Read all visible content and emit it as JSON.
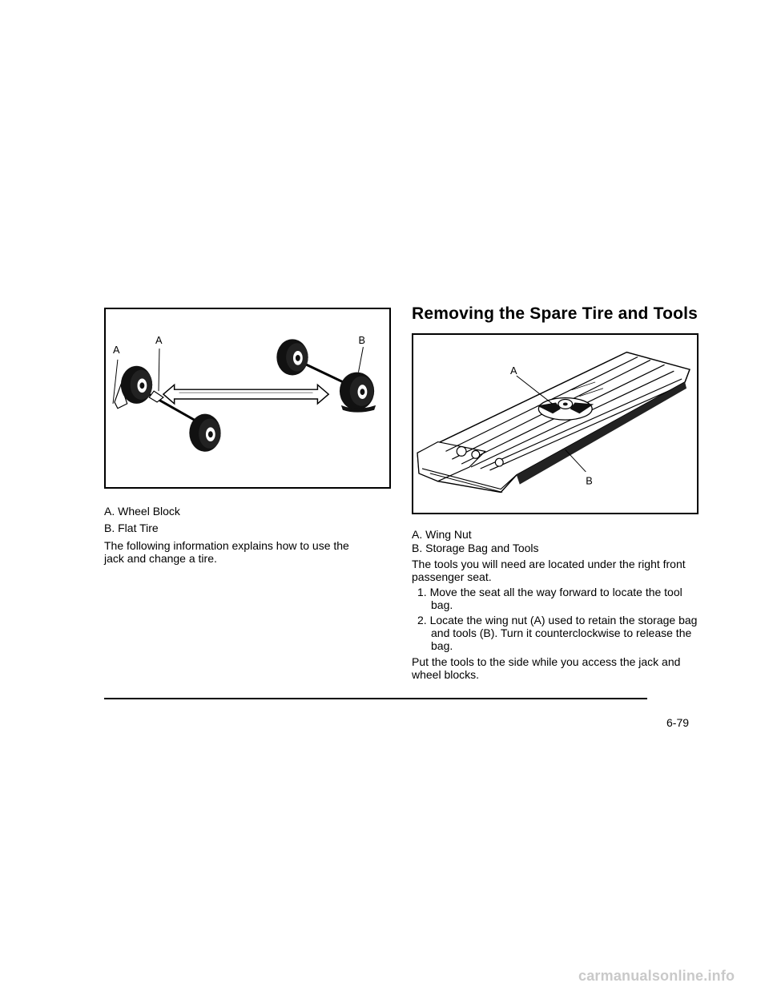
{
  "left": {
    "figure": {
      "label_a1": "A",
      "label_a2": "A",
      "label_b": "B"
    },
    "captions": [
      "A.  Wheel Block",
      "B.  Flat Tire"
    ],
    "paragraph": "The following information explains how to use the jack and change a tire."
  },
  "right": {
    "heading": "Removing the Spare Tire and Tools",
    "figure": {
      "label_a": "A",
      "label_b": "B"
    },
    "captions": [
      "A.  Wing Nut",
      "B.  Storage Bag and Tools"
    ],
    "intro": "The tools you will need are located under the right front passenger seat.",
    "steps": [
      "1.  Move the seat all the way forward to locate the tool bag.",
      "2.  Locate the wing nut (A) used to retain the storage bag and tools (B). Turn it counterclockwise to release the bag."
    ],
    "closing": "Put the tools to the side while you access the jack and wheel blocks."
  },
  "footer": {
    "page_number": "6-79"
  },
  "watermark": "carmanualsonline.info"
}
